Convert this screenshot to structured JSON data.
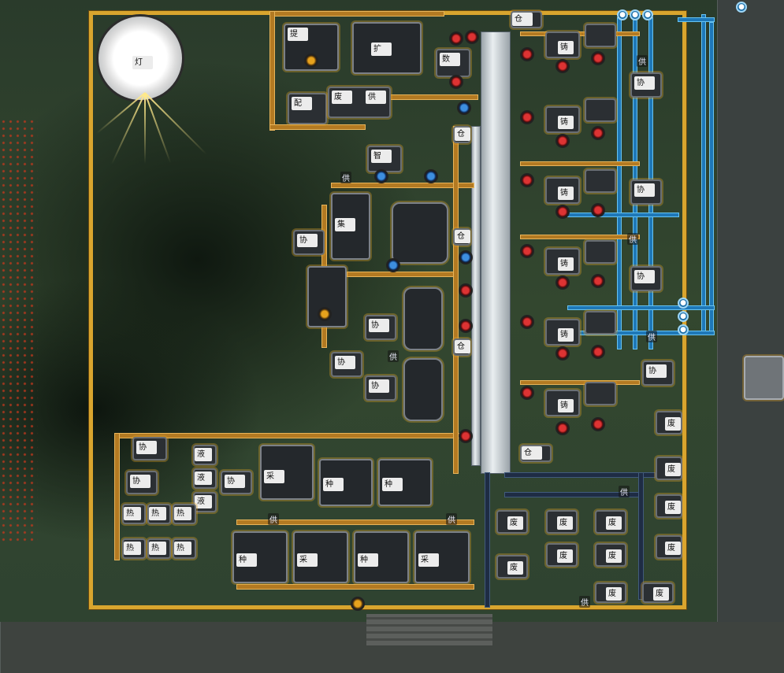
{
  "labels": {
    "lighthouse": "灯",
    "extract": "提",
    "expand": "扩",
    "dispatch": "配",
    "waste": "废",
    "supply": "供",
    "data": "数",
    "store": "仓",
    "forge": "铸",
    "assist": "协",
    "process": "集",
    "plant": "种",
    "harvest": "采",
    "heat": "热",
    "liquid": "液",
    "sign": "智"
  },
  "colors": {
    "belt": "#b37a22",
    "border": "#d9a52e",
    "water_pipe": "#1e78b8",
    "rail": "#e9eef0",
    "node_red": "#d33"
  },
  "icons": [
    "water-drop-icon",
    "lightning-icon",
    "gear-icon",
    "recycle-icon",
    "leaf-icon",
    "fire-icon"
  ]
}
